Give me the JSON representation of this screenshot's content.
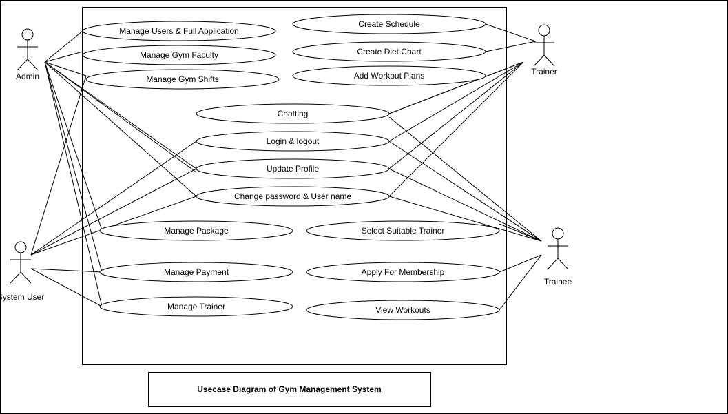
{
  "actors": [
    {
      "id": "admin",
      "label": "Admin"
    },
    {
      "id": "trainer",
      "label": "Trainer"
    },
    {
      "id": "system_user",
      "label": "System User"
    },
    {
      "id": "trainee",
      "label": "Trainee"
    }
  ],
  "use_cases": [
    {
      "id": "manage_users",
      "label": "Manage Users & Full Application"
    },
    {
      "id": "manage_faculty",
      "label": "Manage Gym Faculty"
    },
    {
      "id": "manage_shifts",
      "label": "Manage Gym Shifts"
    },
    {
      "id": "create_schedule",
      "label": "Create Schedule"
    },
    {
      "id": "create_diet",
      "label": "Create Diet Chart"
    },
    {
      "id": "add_workout",
      "label": "Add Workout Plans"
    },
    {
      "id": "chatting",
      "label": "Chatting"
    },
    {
      "id": "login",
      "label": "Login & logout"
    },
    {
      "id": "update_profile",
      "label": "Update Profile"
    },
    {
      "id": "change_password",
      "label": "Change password & User name"
    },
    {
      "id": "manage_package",
      "label": "Manage Package"
    },
    {
      "id": "select_trainer",
      "label": "Select Suitable Trainer"
    },
    {
      "id": "manage_payment",
      "label": "Manage Payment"
    },
    {
      "id": "apply_membership",
      "label": "Apply For Membership"
    },
    {
      "id": "manage_trainer",
      "label": "Manage Trainer"
    },
    {
      "id": "view_workouts",
      "label": "View Workouts"
    }
  ],
  "associations": [
    [
      "admin",
      "manage_users"
    ],
    [
      "admin",
      "manage_faculty"
    ],
    [
      "admin",
      "manage_shifts"
    ],
    [
      "admin",
      "login"
    ],
    [
      "admin",
      "update_profile"
    ],
    [
      "admin",
      "change_password"
    ],
    [
      "admin",
      "manage_package"
    ],
    [
      "admin",
      "manage_payment"
    ],
    [
      "admin",
      "manage_trainer"
    ],
    [
      "trainer",
      "create_schedule"
    ],
    [
      "trainer",
      "create_diet"
    ],
    [
      "trainer",
      "add_workout"
    ],
    [
      "trainer",
      "chatting"
    ],
    [
      "trainer",
      "login"
    ],
    [
      "trainer",
      "update_profile"
    ],
    [
      "trainer",
      "change_password"
    ],
    [
      "system_user",
      "manage_shifts"
    ],
    [
      "system_user",
      "login"
    ],
    [
      "system_user",
      "update_profile"
    ],
    [
      "system_user",
      "change_password"
    ],
    [
      "system_user",
      "manage_payment"
    ],
    [
      "system_user",
      "manage_trainer"
    ],
    [
      "trainee",
      "chatting"
    ],
    [
      "trainee",
      "login"
    ],
    [
      "trainee",
      "update_profile"
    ],
    [
      "trainee",
      "change_password"
    ],
    [
      "trainee",
      "select_trainer"
    ],
    [
      "trainee",
      "apply_membership"
    ],
    [
      "trainee",
      "view_workouts"
    ]
  ],
  "caption": "Usecase Diagram of Gym Management System"
}
